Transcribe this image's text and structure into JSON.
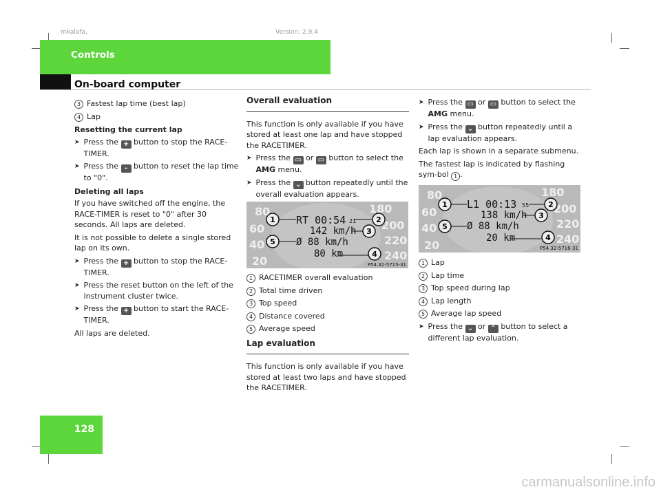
{
  "meta": {
    "left": "mkalafa,",
    "right": "Version: 2.9.4"
  },
  "header": {
    "section": "Controls",
    "title": "On-board computer"
  },
  "page_number": "128",
  "col1": {
    "item3": {
      "num": "3",
      "text": "Fastest lap time (best lap)"
    },
    "item4": {
      "num": "4",
      "text": "Lap"
    },
    "reset_heading": "Resetting the current lap",
    "reset_b1_pre": "Press the",
    "reset_b1_post": "button to stop the RACE-TIMER.",
    "reset_b2_pre": "Press the",
    "reset_b2_post": "button to reset the lap time to \"0\".",
    "delete_heading": "Deleting all laps",
    "delete_p1": "If you have switched off the engine, the RACE-TIMER is reset to \"0\" after 30 seconds. All laps are deleted.",
    "delete_p2": "It is not possible to delete a single stored lap on its own.",
    "del_b1_pre": "Press the",
    "del_b1_post": "button to stop the RACE-TIMER.",
    "del_b2": "Press the reset button on the left of the instrument cluster twice.",
    "del_b3_pre": "Press the",
    "del_b3_post": "button to start the RACE-TIMER.",
    "del_result": "All laps are deleted."
  },
  "col2": {
    "overall_heading": "Overall evaluation",
    "overall_p": "This function is only available if you have stored at least one lap and have stopped the RACETIMER.",
    "b1_pre": "Press the",
    "b1_or": "or",
    "b1_post": "button to select the",
    "b1_bold": "AMG",
    "b1_end": "menu.",
    "b2_pre": "Press the",
    "b2_post": "button repeatedly until the overall evaluation appears.",
    "legend": [
      {
        "num": "1",
        "text": "RACETIMER overall evaluation"
      },
      {
        "num": "2",
        "text": "Total time driven"
      },
      {
        "num": "3",
        "text": "Top speed"
      },
      {
        "num": "4",
        "text": "Distance covered"
      },
      {
        "num": "5",
        "text": "Average speed"
      }
    ],
    "lap_heading": "Lap evaluation",
    "lap_p": "This function is only available if you have stored at least two laps and have stopped the RACETIMER."
  },
  "col3": {
    "b1_pre": "Press the",
    "b1_or": "or",
    "b1_post": "button to select the",
    "b1_bold": "AMG",
    "b1_end": "menu.",
    "b2_pre": "Press the",
    "b2_post": "button repeatedly until a lap evaluation appears.",
    "p1": "Each lap is shown in a separate submenu.",
    "p2_pre": "The fastest lap is indicated by flashing sym-bol",
    "p2_num": "1",
    "p2_end": ".",
    "legend": [
      {
        "num": "1",
        "text": "Lap"
      },
      {
        "num": "2",
        "text": "Lap time"
      },
      {
        "num": "3",
        "text": "Top speed during lap"
      },
      {
        "num": "4",
        "text": "Lap length"
      },
      {
        "num": "5",
        "text": "Average lap speed"
      }
    ],
    "b3_pre": "Press the",
    "b3_or": "or",
    "b3_post": "button to select a different lap evaluation."
  },
  "fig1": {
    "code": "P54.32-5715-31",
    "line1": "RT 00:54",
    "line1_small": "21",
    "line2": "142 km/h",
    "line3": "Ø  88 km/h",
    "line4": "80 km",
    "scale": [
      "80",
      "60",
      "40",
      "20",
      "180",
      "200",
      "220",
      "240"
    ],
    "callouts": [
      "1",
      "2",
      "3",
      "4",
      "5"
    ]
  },
  "fig2": {
    "code": "P54.32-5716-31",
    "line1": "L1  00:13",
    "line1_small": "55",
    "line2": "138 km/h",
    "line3": "Ø  88 km/h",
    "line4": "20 km",
    "scale": [
      "80",
      "60",
      "40",
      "20",
      "180",
      "200",
      "220",
      "240"
    ],
    "callouts": [
      "1",
      "2",
      "3",
      "4",
      "5"
    ]
  },
  "keys": {
    "plus": "+",
    "minus": "–",
    "menu": "▭",
    "down": "⌄",
    "up": "⌃"
  },
  "watermark": "carmanualsonline.info",
  "colors": {
    "accent_green": "#5cd63a",
    "header_black": "#111111"
  }
}
